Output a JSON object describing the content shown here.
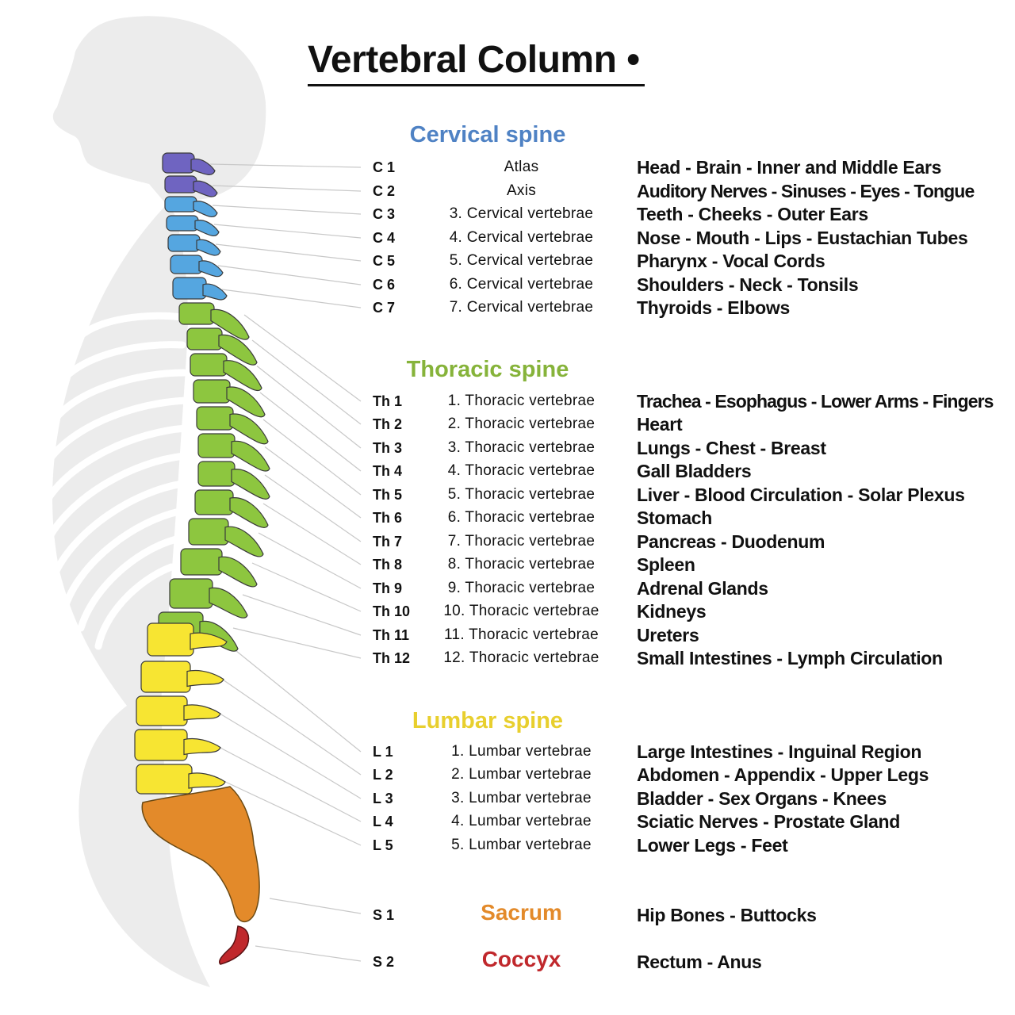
{
  "title": "Vertebral Column •",
  "colors": {
    "cervical": "#4f82c4",
    "cervical_bone_light": "#55a6e0",
    "cervical_bone_dark": "#6f64c1",
    "thoracic": "#86b33a",
    "thoracic_bone": "#8dc63f",
    "lumbar": "#e8cf2e",
    "lumbar_bone": "#f7e532",
    "sacrum": "#e38a2a",
    "coccyx": "#c0282c",
    "silhouette": "#ececec",
    "leader": "#c8c8c8"
  },
  "sections": {
    "cervical": {
      "title": "Cervical spine",
      "rows": [
        {
          "code": "C 1",
          "name": "Atlas",
          "organs": "Head - Brain - Inner and Middle Ears"
        },
        {
          "code": "C 2",
          "name": "Axis",
          "organs": "Auditory Nerves - Sinuses - Eyes - Tongue"
        },
        {
          "code": "C 3",
          "name": "3. Cervical vertebrae",
          "organs": "Teeth - Cheeks - Outer Ears"
        },
        {
          "code": "C 4",
          "name": "4. Cervical vertebrae",
          "organs": "Nose - Mouth - Lips - Eustachian Tubes"
        },
        {
          "code": "C 5",
          "name": "5. Cervical vertebrae",
          "organs": "Pharynx - Vocal Cords"
        },
        {
          "code": "C 6",
          "name": "6. Cervical vertebrae",
          "organs": "Shoulders - Neck - Tonsils"
        },
        {
          "code": "C 7",
          "name": "7. Cervical vertebrae",
          "organs": "Thyroids - Elbows"
        }
      ]
    },
    "thoracic": {
      "title": "Thoracic spine",
      "rows": [
        {
          "code": "Th 1",
          "name": "1. Thoracic vertebrae",
          "organs": "Trachea - Esophagus - Lower Arms - Fingers"
        },
        {
          "code": "Th 2",
          "name": "2. Thoracic vertebrae",
          "organs": "Heart"
        },
        {
          "code": "Th 3",
          "name": "3. Thoracic vertebrae",
          "organs": "Lungs - Chest - Breast"
        },
        {
          "code": "Th 4",
          "name": "4. Thoracic vertebrae",
          "organs": "Gall Bladders"
        },
        {
          "code": "Th 5",
          "name": "5. Thoracic vertebrae",
          "organs": "Liver - Blood Circulation - Solar Plexus"
        },
        {
          "code": "Th 6",
          "name": "6. Thoracic vertebrae",
          "organs": "Stomach"
        },
        {
          "code": "Th 7",
          "name": "7. Thoracic vertebrae",
          "organs": "Pancreas - Duodenum"
        },
        {
          "code": "Th 8",
          "name": "8. Thoracic vertebrae",
          "organs": "Spleen"
        },
        {
          "code": "Th 9",
          "name": "9. Thoracic vertebrae",
          "organs": "Adrenal Glands"
        },
        {
          "code": "Th 10",
          "name": "10. Thoracic vertebrae",
          "organs": "Kidneys"
        },
        {
          "code": "Th 11",
          "name": "11. Thoracic vertebrae",
          "organs": "Ureters"
        },
        {
          "code": "Th 12",
          "name": "12. Thoracic vertebrae",
          "organs": "Small Intestines - Lymph Circulation"
        }
      ]
    },
    "lumbar": {
      "title": "Lumbar spine",
      "rows": [
        {
          "code": "L 1",
          "name": "1. Lumbar vertebrae",
          "organs": "Large Intestines - Inguinal Region"
        },
        {
          "code": "L 2",
          "name": "2. Lumbar vertebrae",
          "organs": "Abdomen - Appendix - Upper Legs"
        },
        {
          "code": "L 3",
          "name": "3. Lumbar vertebrae",
          "organs": "Bladder - Sex Organs - Knees"
        },
        {
          "code": "L 4",
          "name": "4. Lumbar vertebrae",
          "organs": "Sciatic Nerves - Prostate Gland"
        },
        {
          "code": "L 5",
          "name": "5. Lumbar vertebrae",
          "organs": "Lower Legs - Feet"
        }
      ]
    },
    "sacral": {
      "rows": [
        {
          "code": "S 1",
          "name": "Sacrum",
          "organs": "Hip Bones - Buttocks"
        },
        {
          "code": "S 2",
          "name": "Coccyx",
          "organs": "Rectum - Anus"
        }
      ]
    }
  }
}
